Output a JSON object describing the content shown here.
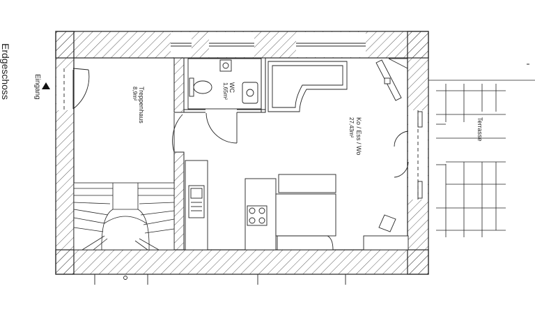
{
  "plan": {
    "floor_title": "Erdgeschoss",
    "entrance": "Eingang",
    "rooms": [
      {
        "name": "Treppenhaus",
        "area": "8,9m²"
      },
      {
        "name": "WC",
        "area": "1,65m²"
      },
      {
        "name": "Ko / Ess / Wo",
        "area": "27,43m²"
      },
      {
        "name": "Terrasse",
        "area": ""
      }
    ]
  }
}
